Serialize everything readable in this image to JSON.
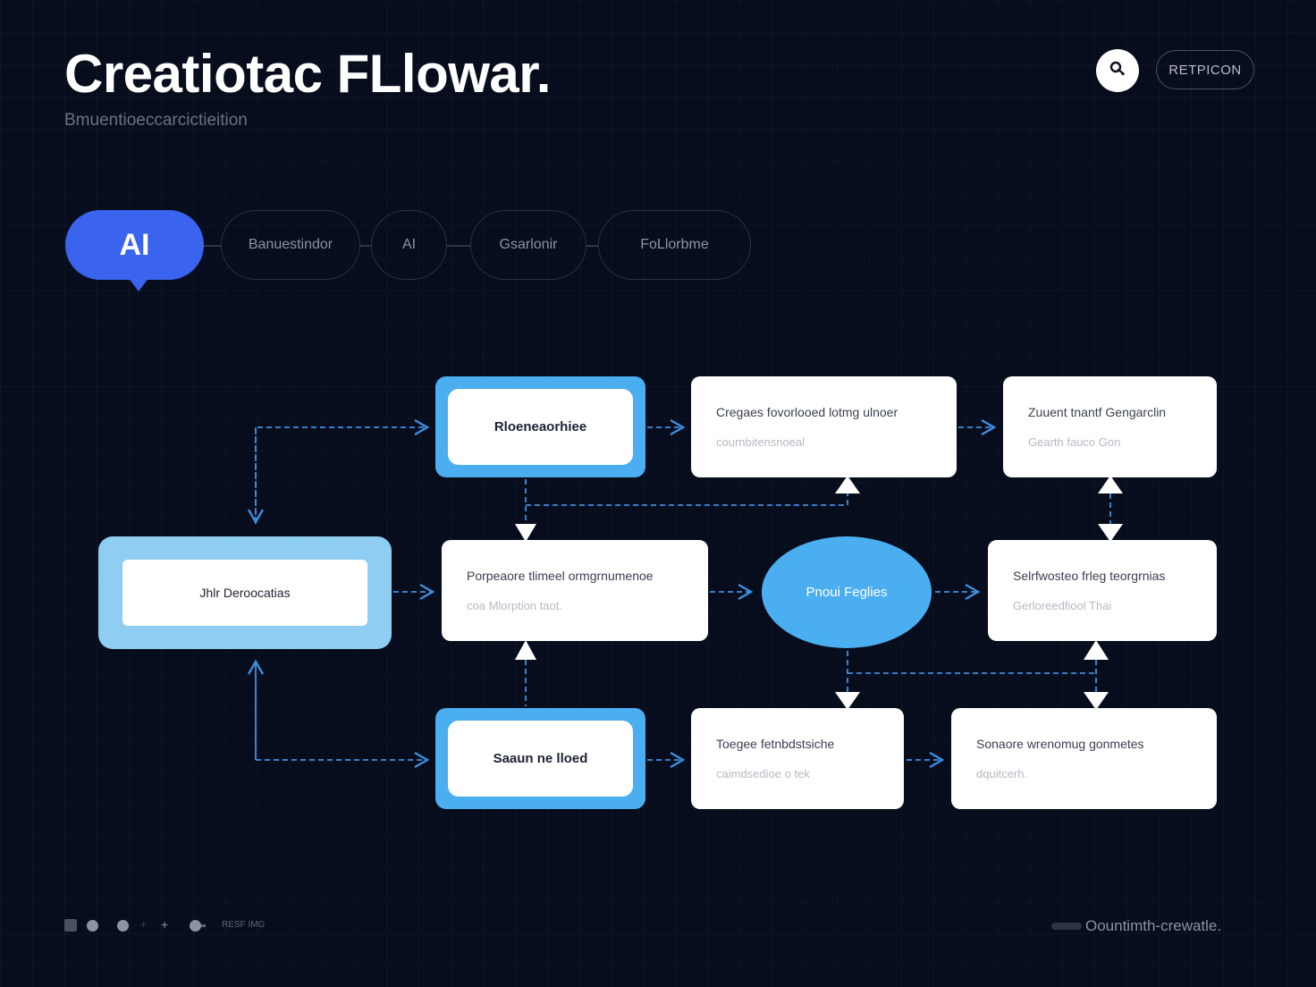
{
  "header": {
    "title": "Creatiotac FLlowar.",
    "subtitle": "Bmuentioeccarcictieition",
    "action_button_label": "RETPICON"
  },
  "stage_tabs": [
    {
      "label": "AI",
      "active": true
    },
    {
      "label": "Banuestindor",
      "active": false
    },
    {
      "label": "AI",
      "active": false
    },
    {
      "label": "Gsarlonir",
      "active": false
    },
    {
      "label": "FoLlorbme",
      "active": false
    }
  ],
  "nodes": {
    "left_hub": {
      "label": "Jhlr Deroocatias"
    },
    "top_blue": {
      "label": "Rloeneaorhiee"
    },
    "bottom_blue": {
      "label": "Saaun ne lloed"
    },
    "center_white": {
      "line1": "Porpeaore tlimeel ormgrnumenoe",
      "line2": "coa Mlorption taot."
    },
    "top_mid": {
      "line1": "Cregaes fovorlooed lotmg ulnoer",
      "line2": "cournbitensnoeal"
    },
    "top_right": {
      "line1": "Zuuent tnantf Gengarclin",
      "line2": "Gearth fauco Gon"
    },
    "ellipse": {
      "label": "Pnoui Feglies"
    },
    "mid_right": {
      "line1": "Selrfwosteo frleg teorgrnias",
      "line2": "Gerloreedfiool Thai"
    },
    "bottom_mid": {
      "line1": "Toegee fetnbdstsiche",
      "line2": "caimdsedioe o tek"
    },
    "bottom_right": {
      "line1": "Sonaore wrenomug gonmetes",
      "line2": "dquitcerh."
    }
  },
  "footer": {
    "left_label": "RESF IMG",
    "right_label": "Oountimth-crewatle."
  },
  "colors": {
    "background": "#070d1c",
    "accent_blue": "#3a63ee",
    "node_blue": "#4aaef0",
    "node_light_blue": "#8fcdf3",
    "connector": "#3d8fe0"
  }
}
